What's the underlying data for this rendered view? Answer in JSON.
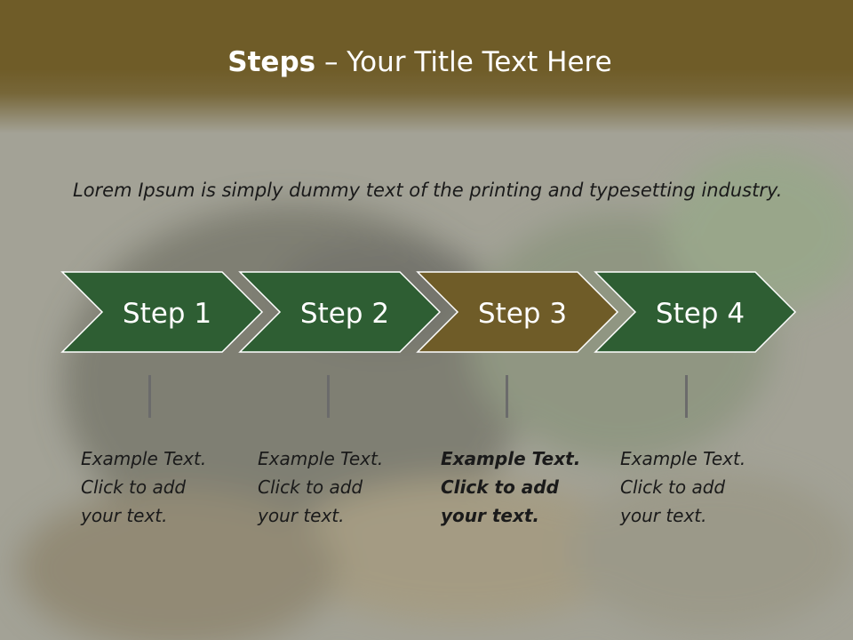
{
  "title": {
    "bold": "Steps",
    "rest": " – Your Title Text Here"
  },
  "lead": "Lorem Ipsum is simply dummy text of the printing and typesetting industry.",
  "steps": [
    {
      "label": "Step 1",
      "color": "#2e5e33"
    },
    {
      "label": "Step 2",
      "color": "#2e5e33"
    },
    {
      "label": "Step 3",
      "color": "#6f5c28"
    },
    {
      "label": "Step 4",
      "color": "#2e5e33"
    }
  ],
  "examples": [
    {
      "line1": "Example Text.",
      "line2": "Click  to add",
      "line3": "your text.",
      "bold": false
    },
    {
      "line1": "Example Text.",
      "line2": "Click  to add",
      "line3": "your text.",
      "bold": false
    },
    {
      "line1": "Example Text.",
      "line2": "Click  to add",
      "line3": "your text.",
      "bold": true
    },
    {
      "line1": "Example Text.",
      "line2": "Click  to add",
      "line3": "your text.",
      "bold": false
    }
  ]
}
